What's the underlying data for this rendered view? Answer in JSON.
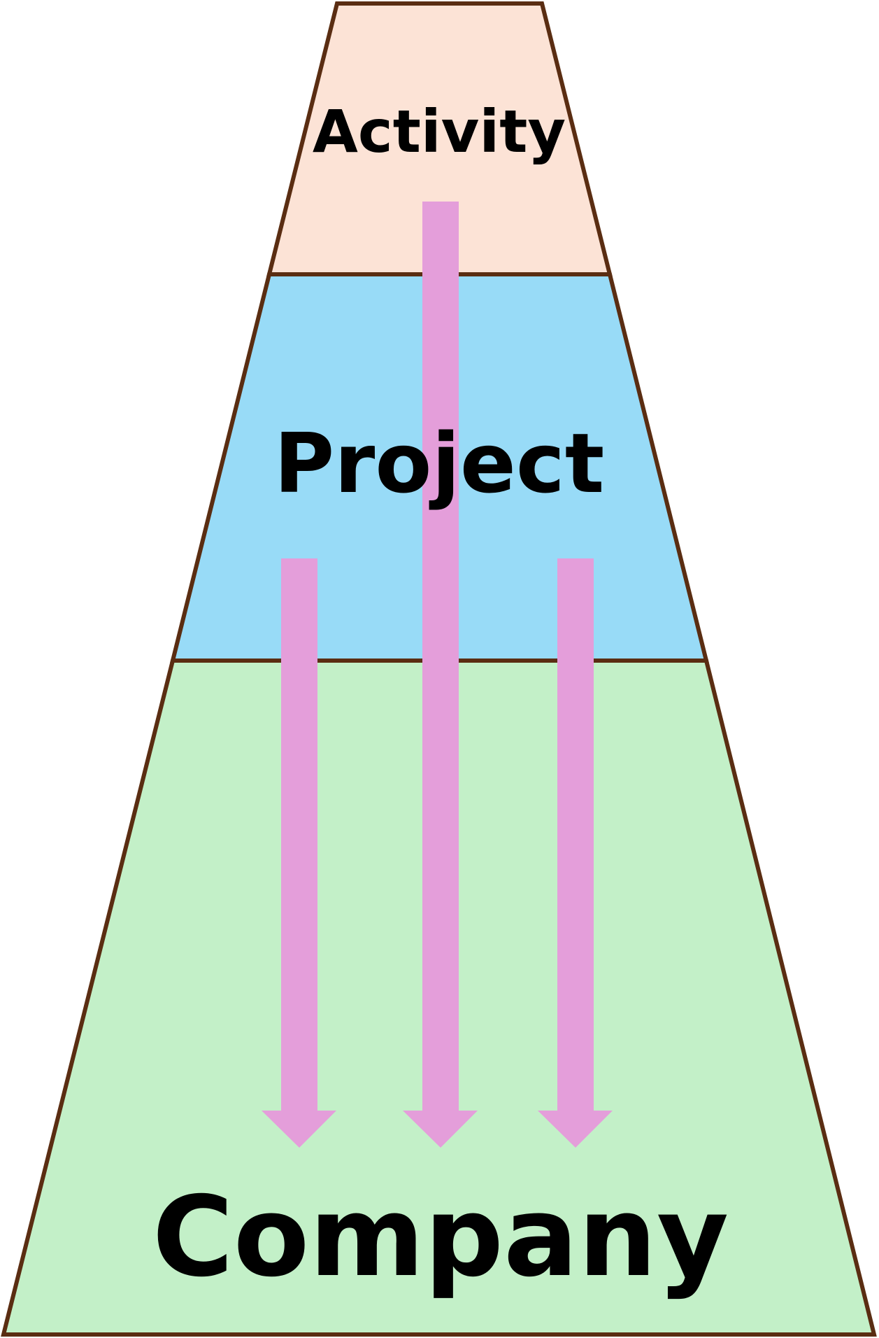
{
  "diagram": {
    "tiers": [
      {
        "id": "activity",
        "label": "Activity",
        "fill": "#FCE3D6"
      },
      {
        "id": "project",
        "label": "Project",
        "fill": "#98DBF7"
      },
      {
        "id": "company",
        "label": "Company",
        "fill": "#C3F0C8"
      }
    ],
    "outline_color": "#5A2D12",
    "arrow_color": "#E49EDA"
  }
}
